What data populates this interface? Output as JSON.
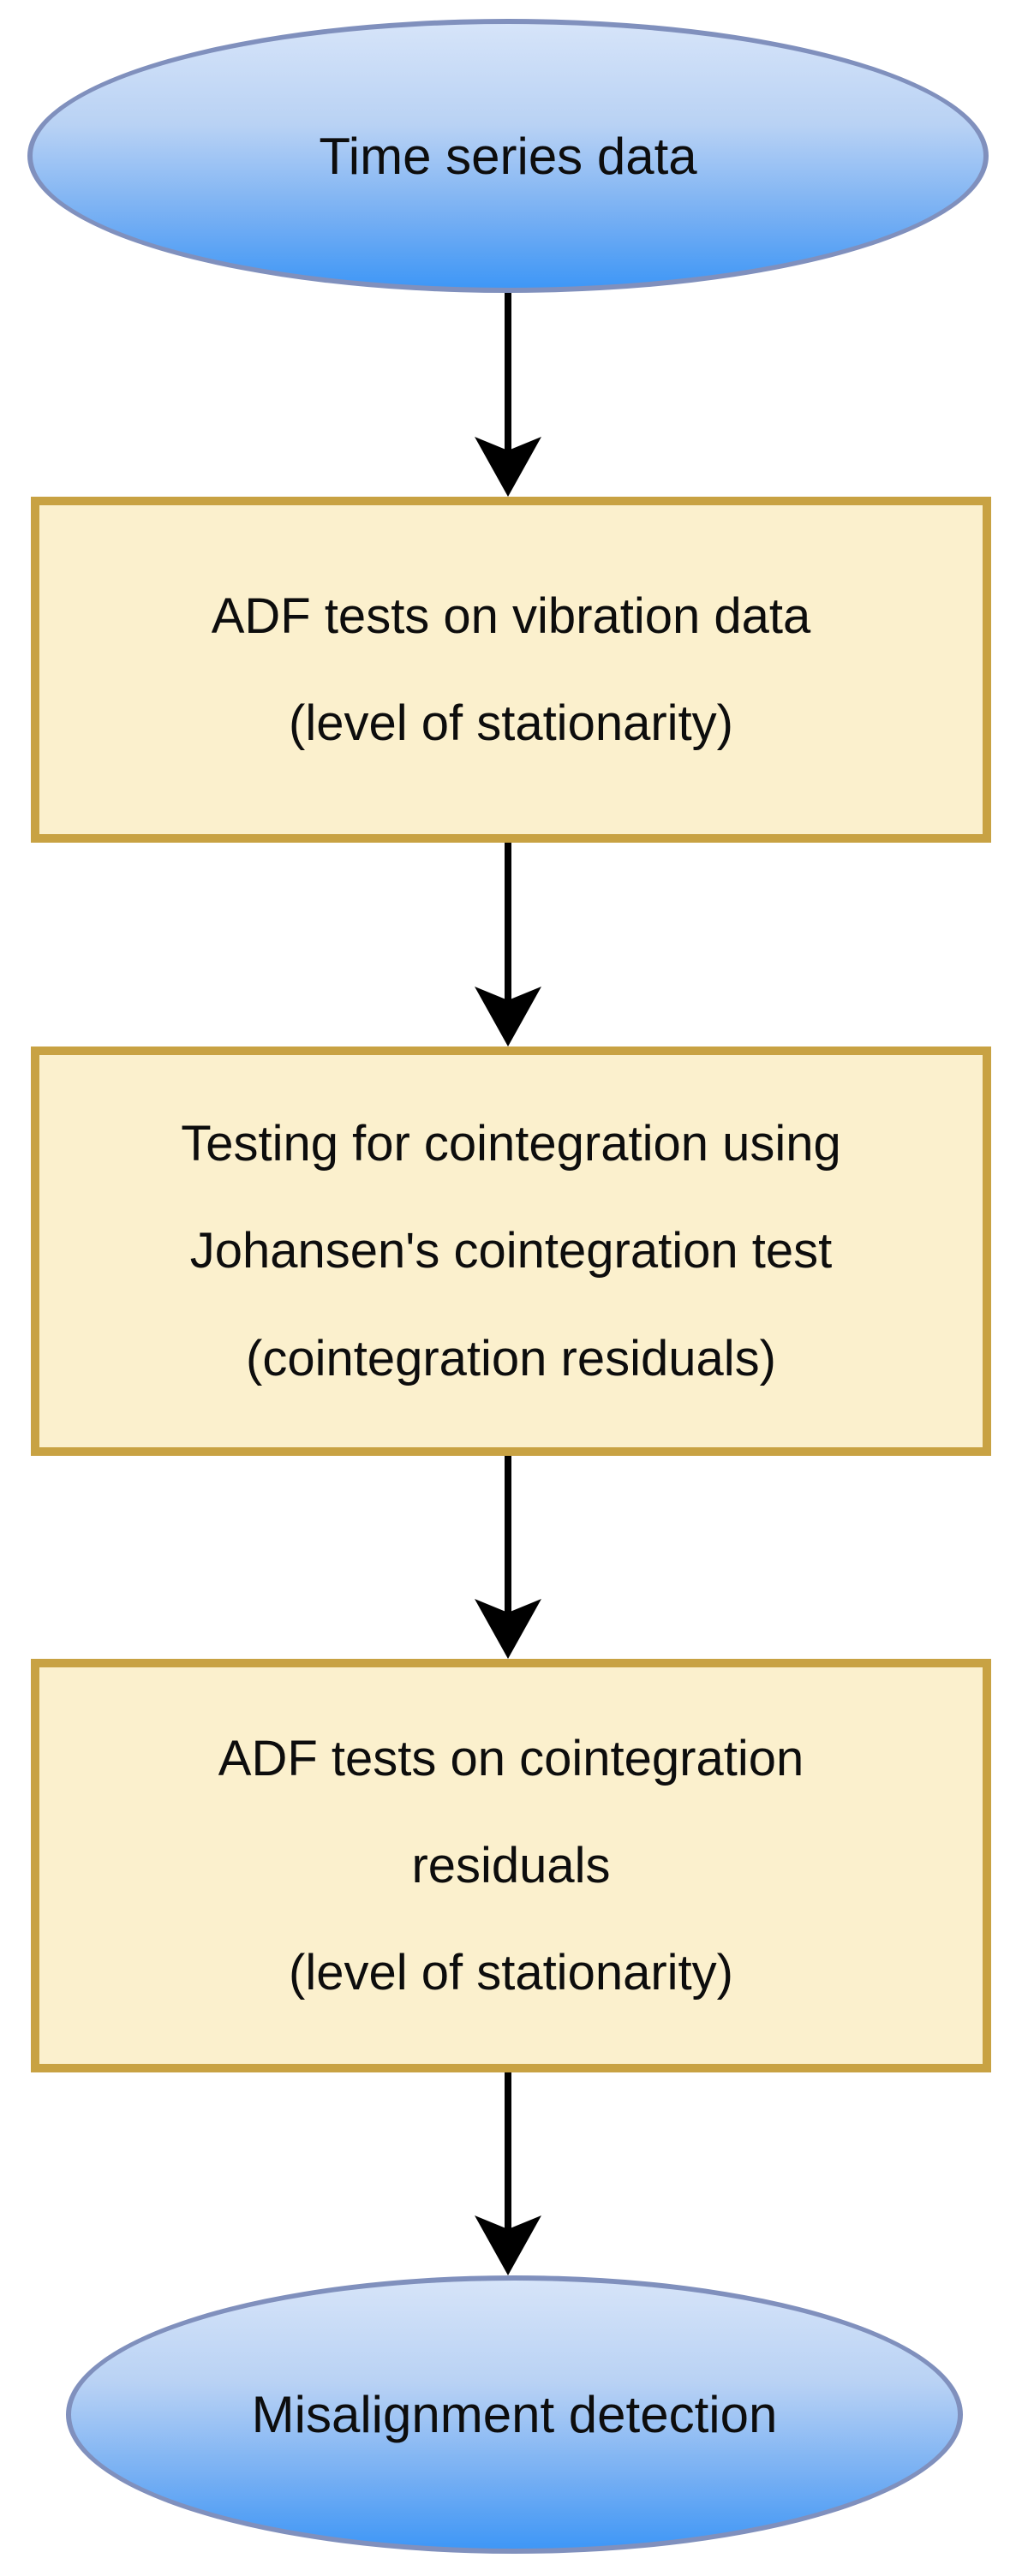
{
  "diagram": {
    "type": "flowchart",
    "direction": "top-to-bottom",
    "colors": {
      "page_background": "#ffffff",
      "terminal_border": "#8090bd",
      "terminal_gradient_top": "#d6e4f9",
      "terminal_gradient_bottom": "#3f97f6",
      "process_fill": "#fbf0cd",
      "process_border": "#c8a243",
      "arrow": "#000000",
      "text": "#0d0d0d"
    },
    "nodes": [
      {
        "id": "start",
        "type": "terminator",
        "label": "Time series data"
      },
      {
        "id": "adf-vibration",
        "type": "process",
        "label": "ADF tests on vibration data\n(level of stationarity)"
      },
      {
        "id": "johansen-test",
        "type": "process",
        "label": "Testing for cointegration using\nJohansen's cointegration test\n(cointegration residuals)"
      },
      {
        "id": "adf-residuals",
        "type": "process",
        "label": "ADF tests on cointegration\nresiduals\n(level of stationarity)"
      },
      {
        "id": "end",
        "type": "terminator",
        "label": "Misalignment detection"
      }
    ],
    "connectors": [
      {
        "from": "start",
        "to": "adf-vibration",
        "style": "arrow-down"
      },
      {
        "from": "adf-vibration",
        "to": "johansen-test",
        "style": "arrow-down"
      },
      {
        "from": "johansen-test",
        "to": "adf-residuals",
        "style": "arrow-down"
      },
      {
        "from": "adf-residuals",
        "to": "end",
        "style": "arrow-down"
      }
    ]
  }
}
